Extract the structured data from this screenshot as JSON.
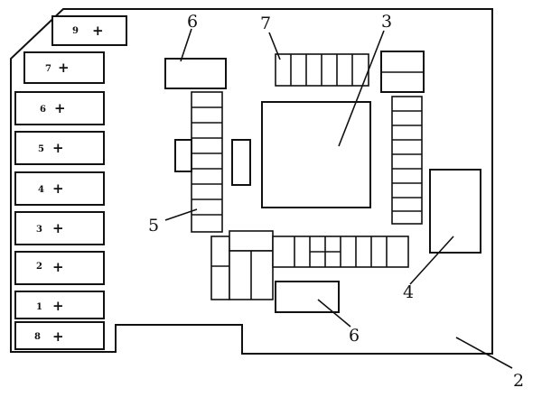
{
  "callouts": {
    "chip_top_left": "6",
    "chip_row_top": "7",
    "main_chip": "3",
    "side_chip": "4",
    "chip_column": "5",
    "chip_bottom": "6",
    "board": "2"
  },
  "terminals": [
    {
      "id": "t9",
      "number": "9",
      "sign": "+"
    },
    {
      "id": "t7",
      "number": "7",
      "sign": "+"
    },
    {
      "id": "t6",
      "number": "6",
      "sign": "+"
    },
    {
      "id": "t5",
      "number": "5",
      "sign": "+"
    },
    {
      "id": "t4",
      "number": "4",
      "sign": "+"
    },
    {
      "id": "t3",
      "number": "3",
      "sign": "+"
    },
    {
      "id": "t2",
      "number": "2",
      "sign": "+"
    },
    {
      "id": "t1",
      "number": "1",
      "sign": "+"
    },
    {
      "id": "t8",
      "number": "8",
      "sign": "+"
    }
  ]
}
